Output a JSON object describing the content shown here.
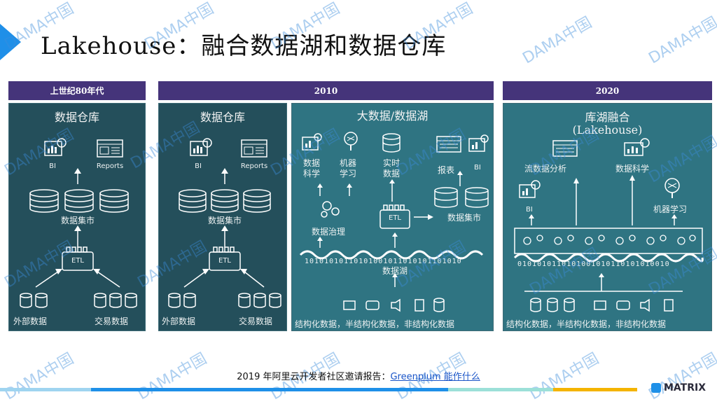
{
  "title": "Lakehouse：融合数据湖和数据仓库",
  "watermark": "DAMA中国",
  "banners": {
    "era1": "上世纪80年代",
    "era2": "2010",
    "era3": "2020"
  },
  "panel1": {
    "title": "数据仓库",
    "bi": "BI",
    "reports": "Reports",
    "datamart": "数据集市",
    "etl": "ETL",
    "external": "外部数据",
    "transaction": "交易数据"
  },
  "panel2": {
    "title": "数据仓库",
    "bi": "BI",
    "reports": "Reports",
    "datamart": "数据集市",
    "etl": "ETL",
    "external": "外部数据",
    "transaction": "交易数据"
  },
  "panel3": {
    "title": "大数据/数据湖",
    "data_science": "数据\n科学",
    "ml": "机器\n学习",
    "realtime": "实时\n数据",
    "report": "报表",
    "bi": "BI",
    "governance": "数据治理",
    "etl": "ETL",
    "datamart": "数据集市",
    "binary": "10101010110101001011010101101010",
    "lake": "数据湖",
    "sources": "结构化数据，半结构化数据，非结构化数据"
  },
  "panel4": {
    "title": "库湖融合",
    "subtitle": "(Lakehouse)",
    "streaming": "流数据分析",
    "data_science": "数据科学",
    "bi": "BI",
    "ml": "机器学习",
    "binary": "0101010110101001010110101010010",
    "sources": "结构化数据，半结构化数据，非结构化数据"
  },
  "footer": {
    "prefix": "2019 年阿里云开发者社区邀请报告：",
    "link": "Greenplum 能作什么"
  },
  "logo": "MATRIX",
  "colors": {
    "banner": "#45347a",
    "panel_dark": "#244f5b",
    "panel_light": "#2f7482",
    "accent": "#1f8fe8"
  }
}
